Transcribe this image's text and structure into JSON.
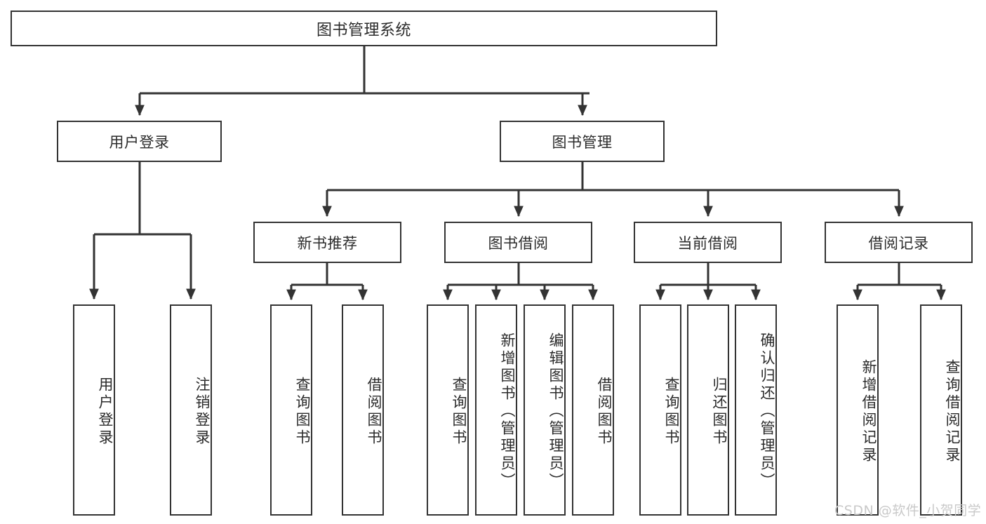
{
  "diagram": {
    "type": "tree-hierarchy",
    "title": "图书管理系统",
    "watermark": "CSDN @软件_小贺同学",
    "colors": {
      "box_border": "#333333",
      "box_fill": "#ffffff",
      "line": "#333333",
      "text": "#2b2b2b",
      "watermark": "#c9c9c9",
      "background": "#ffffff"
    },
    "root": {
      "label": "图书管理系统"
    },
    "level2": [
      {
        "label": "用户登录"
      },
      {
        "label": "图书管理"
      }
    ],
    "level3": [
      {
        "label": "新书推荐"
      },
      {
        "label": "图书借阅"
      },
      {
        "label": "当前借阅"
      },
      {
        "label": "借阅记录"
      }
    ],
    "leaves": {
      "user_login": [
        {
          "label": "用户登录"
        },
        {
          "label": "注销登录"
        }
      ],
      "new_book_recommend": [
        {
          "label": "查询图书"
        },
        {
          "label": "借阅图书"
        }
      ],
      "book_borrow": [
        {
          "label": "查询图书"
        },
        {
          "label": "新增图书（管理员）"
        },
        {
          "label": "编辑图书（管理员）"
        },
        {
          "label": "借阅图书"
        }
      ],
      "current_borrow": [
        {
          "label": "查询图书"
        },
        {
          "label": "归还图书"
        },
        {
          "label": "确认归还（管理员）"
        }
      ],
      "borrow_record": [
        {
          "label": "新增借阅记录"
        },
        {
          "label": "查询借阅记录"
        }
      ]
    }
  }
}
